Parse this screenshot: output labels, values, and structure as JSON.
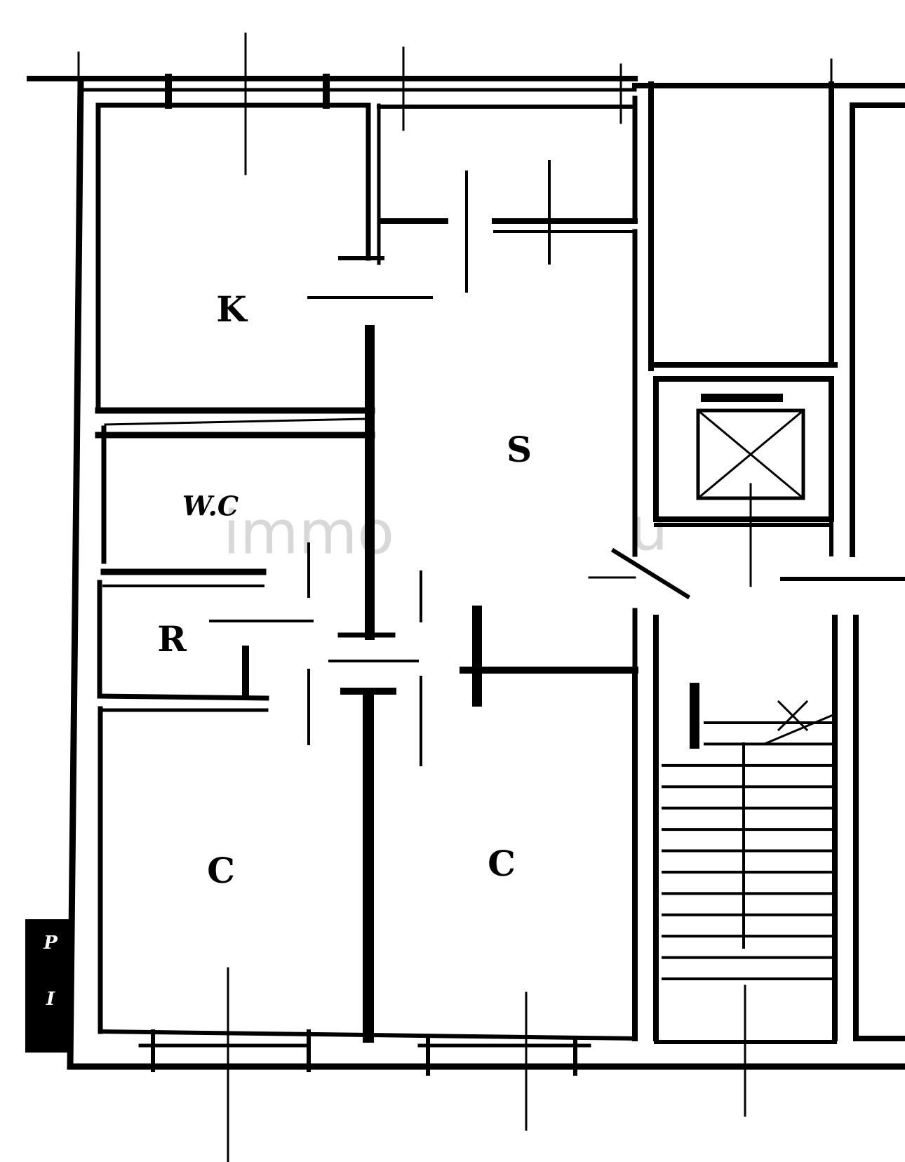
{
  "plan": {
    "rooms": {
      "kitchen": "K",
      "living": "S",
      "wc": "W.C",
      "storage": "R",
      "bedroom_left": "C",
      "bedroom_right": "C"
    },
    "side_marks": [
      "P",
      "I"
    ],
    "watermark": "immo",
    "watermark_end": "u"
  },
  "colors": {
    "line": "#000000",
    "background": "#ffffff",
    "watermark": "#d8d8d8"
  }
}
